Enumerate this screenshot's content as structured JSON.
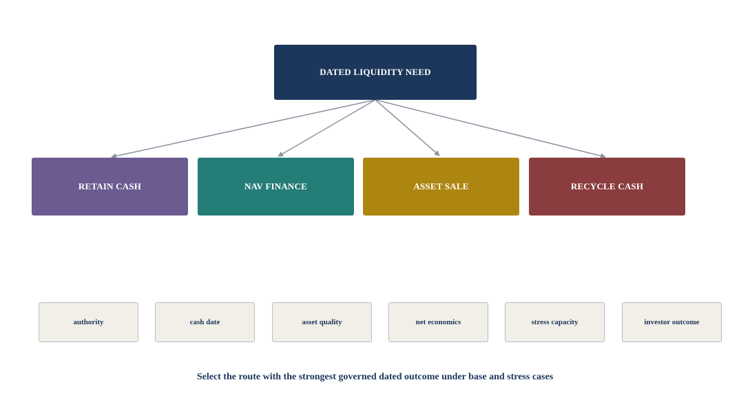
{
  "root": {
    "label": "DATED LIQUIDITY NEED"
  },
  "options": [
    {
      "label": "RETAIN CASH",
      "color": "#6b5b91"
    },
    {
      "label": "NAV FINANCE",
      "color": "#247d77"
    },
    {
      "label": "ASSET SALE",
      "color": "#ad8612"
    },
    {
      "label": "RECYCLE CASH",
      "color": "#8a3c3e"
    }
  ],
  "criteria": [
    {
      "label": "authority"
    },
    {
      "label": "cash date"
    },
    {
      "label": "asset quality"
    },
    {
      "label": "net economics"
    },
    {
      "label": "stress capacity"
    },
    {
      "label": "investor outcome"
    }
  ],
  "footer": {
    "text": "Select the route with the strongest governed dated outcome under base and stress cases"
  },
  "colors": {
    "root_fill": "#1c375b",
    "connector": "#8993a0",
    "criterion_fill": "#f2efe8",
    "criterion_border": "#b7bcc4",
    "dark_text": "#1c375b"
  }
}
